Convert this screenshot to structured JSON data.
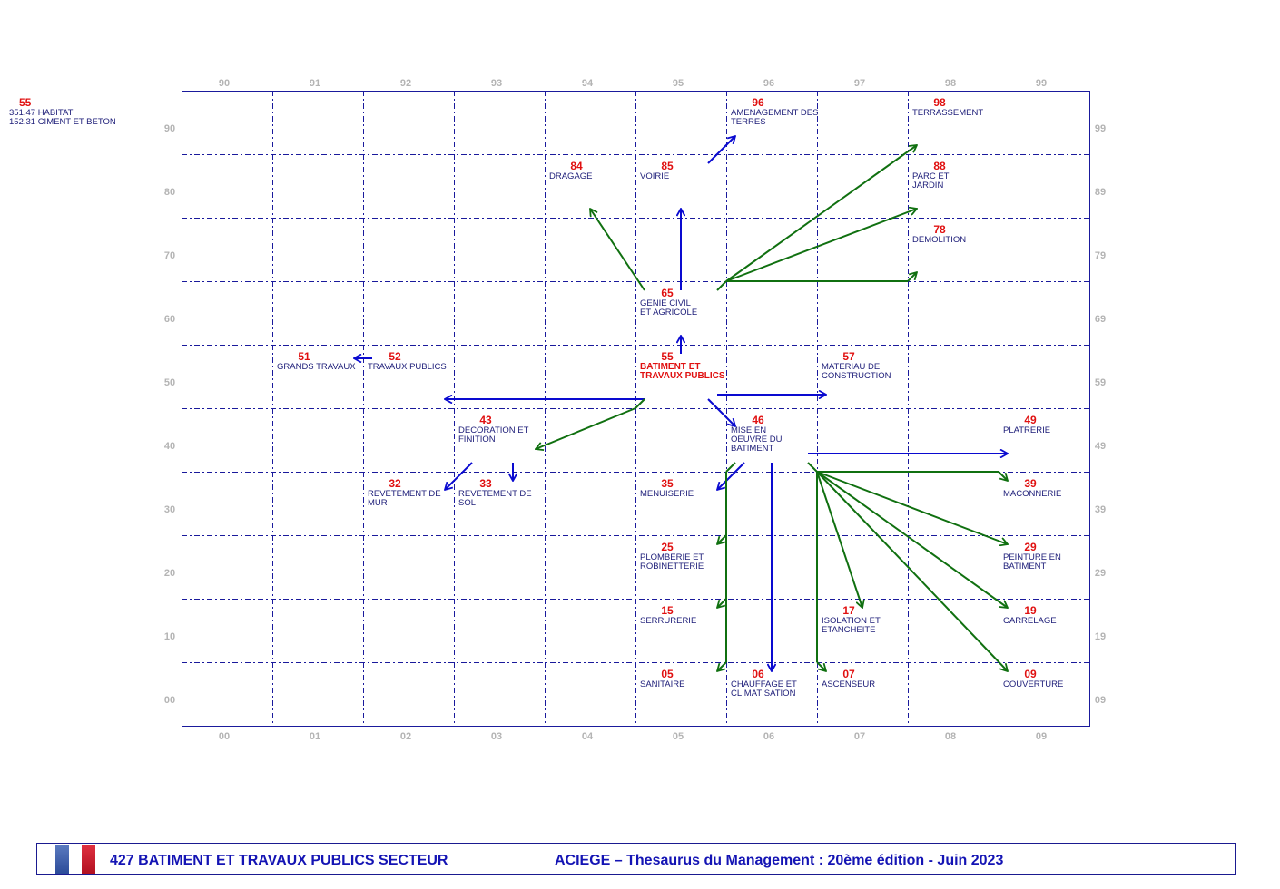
{
  "summary": {
    "code": "55",
    "lines": [
      "351.47 HABITAT",
      "152.31 CIMENT ET BETON"
    ]
  },
  "axes": {
    "top": [
      "90",
      "91",
      "92",
      "93",
      "94",
      "95",
      "96",
      "97",
      "98",
      "99"
    ],
    "bottom": [
      "00",
      "01",
      "02",
      "03",
      "04",
      "05",
      "06",
      "07",
      "08",
      "09"
    ],
    "left": [
      "90",
      "80",
      "70",
      "60",
      "50",
      "40",
      "30",
      "20",
      "10",
      "00"
    ],
    "right": [
      "99",
      "89",
      "79",
      "69",
      "59",
      "49",
      "39",
      "29",
      "19",
      "09"
    ]
  },
  "nodes": [
    {
      "code": "96",
      "lines": [
        "AMENAGEMENT DES",
        "TERRES"
      ]
    },
    {
      "code": "98",
      "lines": [
        "TERRASSEMENT"
      ]
    },
    {
      "code": "84",
      "lines": [
        "DRAGAGE"
      ]
    },
    {
      "code": "85",
      "lines": [
        "VOIRIE"
      ]
    },
    {
      "code": "88",
      "lines": [
        "PARC ET",
        "JARDIN"
      ]
    },
    {
      "code": "78",
      "lines": [
        "DEMOLITION"
      ]
    },
    {
      "code": "65",
      "lines": [
        "GENIE CIVIL",
        "ET AGRICOLE"
      ]
    },
    {
      "code": "51",
      "lines": [
        "GRANDS TRAVAUX"
      ]
    },
    {
      "code": "52",
      "lines": [
        "TRAVAUX PUBLICS"
      ]
    },
    {
      "code": "55",
      "lines": [
        "BATIMENT ET",
        "TRAVAUX PUBLICS"
      ],
      "main": true
    },
    {
      "code": "57",
      "lines": [
        "MATERIAU DE",
        "CONSTRUCTION"
      ]
    },
    {
      "code": "43",
      "lines": [
        "DECORATION ET",
        "FINITION"
      ]
    },
    {
      "code": "46",
      "lines": [
        "MISE EN",
        "OEUVRE DU",
        "BATIMENT"
      ]
    },
    {
      "code": "49",
      "lines": [
        "PLATRERIE"
      ]
    },
    {
      "code": "32",
      "lines": [
        "REVETEMENT DE",
        "MUR"
      ]
    },
    {
      "code": "33",
      "lines": [
        "REVETEMENT DE",
        "SOL"
      ]
    },
    {
      "code": "35",
      "lines": [
        "MENUISERIE"
      ]
    },
    {
      "code": "39",
      "lines": [
        "MACONNERIE"
      ]
    },
    {
      "code": "25",
      "lines": [
        "PLOMBERIE ET",
        "ROBINETTERIE"
      ]
    },
    {
      "code": "29",
      "lines": [
        "PEINTURE EN",
        "BATIMENT"
      ]
    },
    {
      "code": "15",
      "lines": [
        "SERRURERIE"
      ]
    },
    {
      "code": "17",
      "lines": [
        "ISOLATION ET",
        "ETANCHEITE"
      ]
    },
    {
      "code": "19",
      "lines": [
        "CARRELAGE"
      ]
    },
    {
      "code": "05",
      "lines": [
        "SANITAIRE"
      ]
    },
    {
      "code": "06",
      "lines": [
        "CHAUFFAGE ET",
        "CLIMATISATION"
      ]
    },
    {
      "code": "07",
      "lines": [
        "ASCENSEUR"
      ]
    },
    {
      "code": "09",
      "lines": [
        "COUVERTURE"
      ]
    }
  ],
  "colors": {
    "grid": "#1a1a9c",
    "broader": "#0a0ad0",
    "narrower": "#107010",
    "code": "#e01010"
  },
  "footer": {
    "left": "427  BATIMENT ET TRAVAUX PUBLICS SECTEUR",
    "right": "ACIEGE  –  Thesaurus du Management  :   20ème édition  - Juin 2023"
  }
}
